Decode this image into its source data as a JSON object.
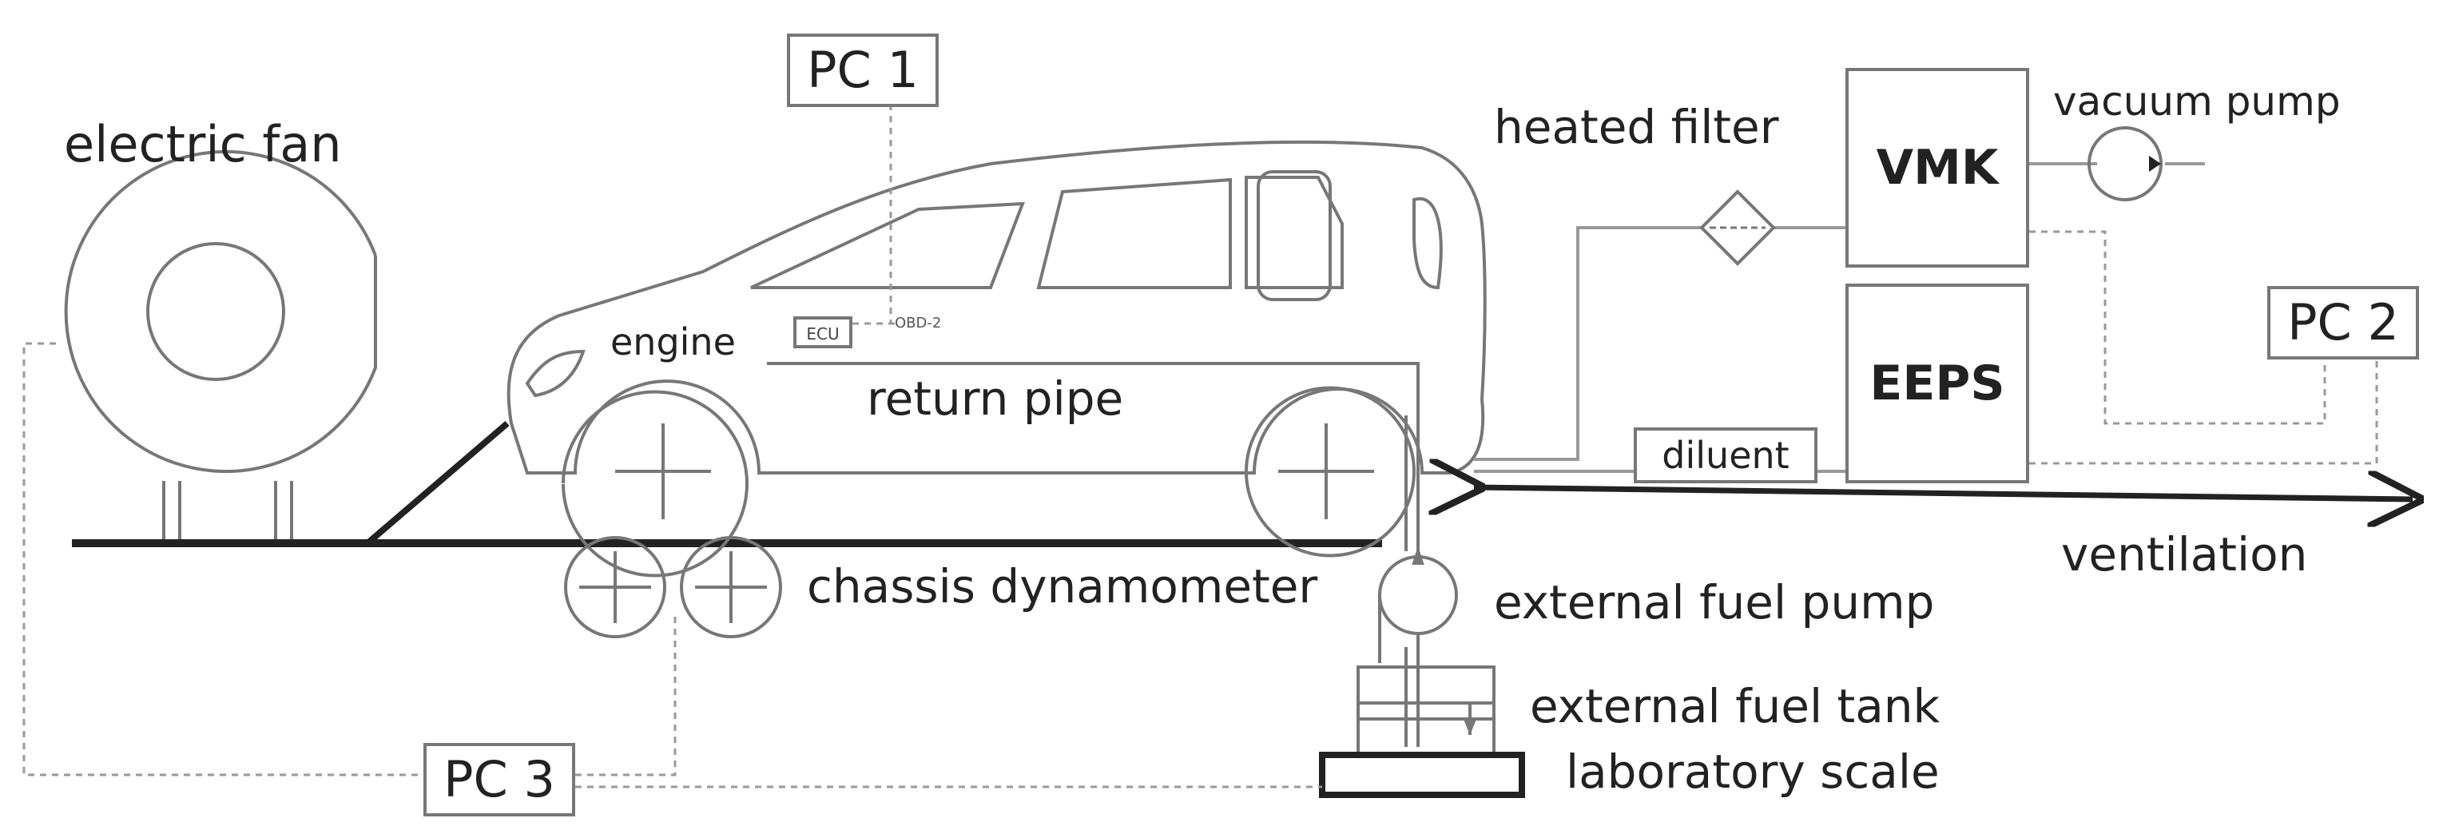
{
  "components": {
    "pc1": "PC 1",
    "pc2": "PC 2",
    "pc3": "PC 3",
    "vmk": "VMK",
    "eeps": "EEPS",
    "diluent": "diluent",
    "ecu": "ECU",
    "obd": "OBD-2"
  },
  "labels": {
    "electric_fan": "electric fan",
    "engine": "engine",
    "return_pipe": "return pipe",
    "heated_filter": "heated filter",
    "vacuum_pump": "vacuum pump",
    "ventilation": "ventilation",
    "chassis_dynamometer": "chassis dynamometer",
    "external_fuel_pump": "external fuel pump",
    "external_fuel_tank": "external fuel tank",
    "laboratory_scale": "laboratory scale"
  }
}
